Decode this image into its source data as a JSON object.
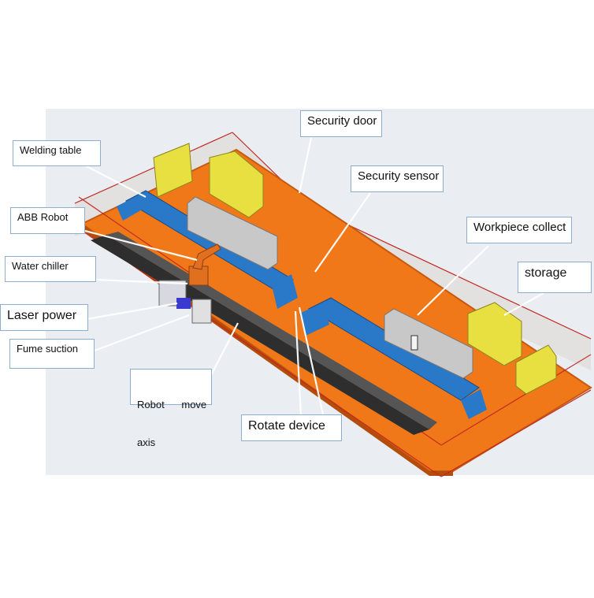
{
  "labels": {
    "security_door": "Security door",
    "welding_table": "Welding table",
    "security_sensor": "Security sensor",
    "abb_robot": "ABB Robot",
    "workpiece_collect": "Workpiece collect",
    "water_chiller": "Water chiller",
    "storage": "storage",
    "laser_power": "Laser power",
    "fume_suction": "Fume suction",
    "robot_move_axis_line1": "Robot      move",
    "robot_move_axis_line2": "axis",
    "rotate_device": "Rotate device"
  },
  "colors": {
    "floor": "#f07818",
    "floor_edge": "#c85a10",
    "fence": "#c0281e",
    "rail": "#2a2a2a",
    "gantry_blue": "#2a78c8",
    "storage_yellow": "#e8e040",
    "robot_orange": "#e07020",
    "callout_border": "#8eaed0",
    "background_panel": "#e8ecf2"
  }
}
